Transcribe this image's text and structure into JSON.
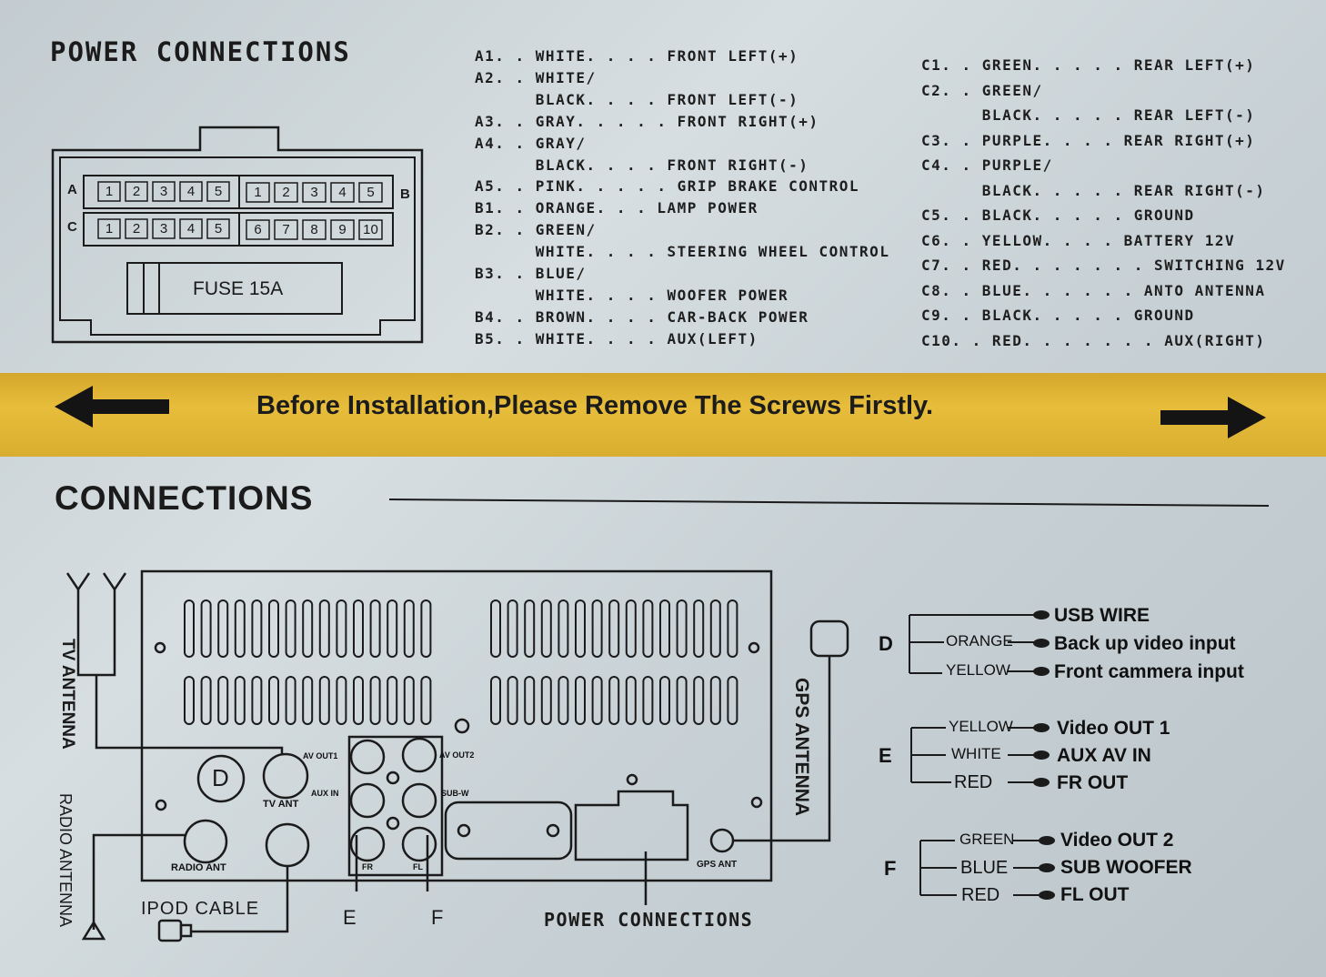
{
  "power_title": "POWER CONNECTIONS",
  "connector": {
    "row_labels": [
      "A",
      "B",
      "C"
    ],
    "pins_a": [
      "1",
      "2",
      "3",
      "4",
      "5"
    ],
    "pins_b": [
      "1",
      "2",
      "3",
      "4",
      "5"
    ],
    "pins_c": [
      "1",
      "2",
      "3",
      "4",
      "5",
      "6",
      "7",
      "8",
      "9",
      "10"
    ],
    "fuse": "FUSE 15A"
  },
  "wiring_left": [
    "A1. . WHITE. . . . FRONT LEFT(+)",
    "A2. . WHITE/",
    "      BLACK. . . . FRONT LEFT(-)",
    "A3. . GRAY. . . . . FRONT RIGHT(+)",
    "A4. . GRAY/",
    "      BLACK. . . . FRONT RIGHT(-)",
    "A5. . PINK. . . . . GRIP BRAKE CONTROL",
    "B1. . ORANGE. . . LAMP POWER",
    "B2. . GREEN/",
    "      WHITE. . . . STEERING WHEEL CONTROL",
    "B3. . BLUE/",
    "      WHITE. . . . WOOFER POWER",
    "B4. . BROWN. . . . CAR-BACK POWER",
    "B5. . WHITE. . . . AUX(LEFT)"
  ],
  "wiring_right": [
    "C1. . GREEN. . . . . REAR LEFT(+)",
    "C2. . GREEN/",
    "      BLACK. . . . . REAR LEFT(-)",
    "C3. . PURPLE. . . . REAR RIGHT(+)",
    "C4. . PURPLE/",
    "      BLACK. . . . . REAR RIGHT(-)",
    "C5. . BLACK. . . . . GROUND",
    "C6. . YELLOW. . . . BATTERY 12V",
    "C7. . RED. . . . . . . SWITCHING 12V",
    "C8. . BLUE. . . . . . ANTO ANTENNA",
    "C9. . BLACK. . . . . GROUND",
    "C10. . RED. . . . . . . AUX(RIGHT)"
  ],
  "banner": "Before Installation,Please Remove The Screws Firstly.",
  "connections_title": "CONNECTIONS",
  "antennas": {
    "tv": "TV ANTENNA",
    "radio": "RADIO ANTENNA",
    "gps": "GPS ANTENNA",
    "ipod": "IPOD CABLE"
  },
  "ports": {
    "d": "D",
    "tv_ant": "TV ANT",
    "radio_ant": "RADIO ANT",
    "av_out1": "AV OUT1",
    "av_out2": "AV OUT2",
    "aux_in": "AUX IN",
    "sub_w": "SUB-W",
    "fr": "FR",
    "fl": "FL",
    "gps_ant": "GPS ANT"
  },
  "bottom_labels": {
    "e": "E",
    "f": "F",
    "power": "POWER CONNECTIONS"
  },
  "groups": {
    "d": {
      "letter": "D",
      "wires": [
        {
          "wire": "",
          "dest": "USB WIRE"
        },
        {
          "wire": "ORANGE",
          "dest": "Back up video input"
        },
        {
          "wire": "YELLOW",
          "dest": "Front cammera input"
        }
      ]
    },
    "e": {
      "letter": "E",
      "wires": [
        {
          "wire": "YELLOW",
          "dest": "Video OUT 1"
        },
        {
          "wire": "WHITE",
          "dest": "AUX AV IN"
        },
        {
          "wire": "RED",
          "dest": "FR OUT"
        }
      ]
    },
    "f": {
      "letter": "F",
      "wires": [
        {
          "wire": "GREEN",
          "dest": "Video OUT 2"
        },
        {
          "wire": "BLUE",
          "dest": "SUB WOOFER"
        },
        {
          "wire": "RED",
          "dest": "FL OUT"
        }
      ]
    }
  },
  "colors": {
    "band": "#e0b535",
    "ink": "#1b1b1b"
  }
}
